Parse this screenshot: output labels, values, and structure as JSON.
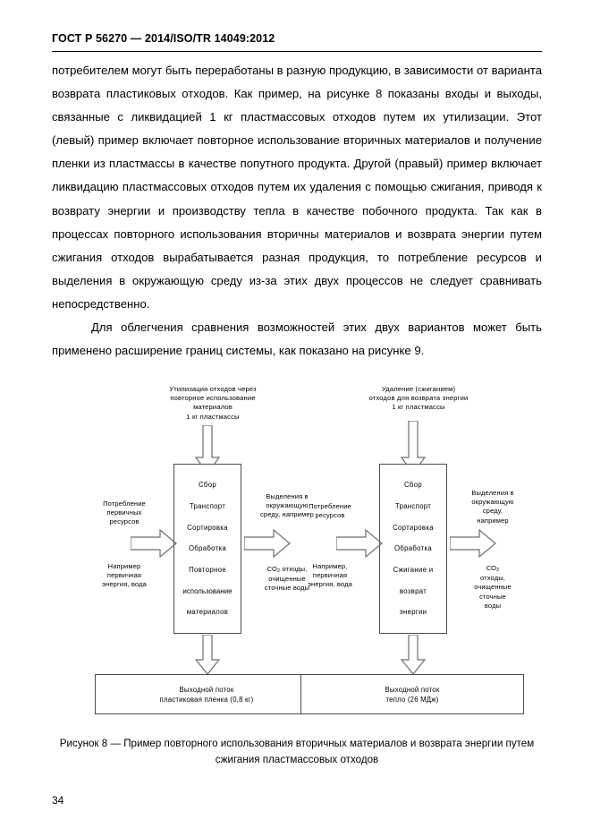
{
  "header": {
    "standard_title": "ГОСТ Р 56270 — 2014/ISO/TR 14049:2012"
  },
  "body": {
    "paragraph_1": "потребителем могут быть переработаны в разную продукцию, в зависимости от варианта возврата пластиковых отходов. Как пример, на рисунке 8 показаны входы и выходы, связанные с ликвидацией 1 кг пластмассовых отходов путем их утилизации. Этот (левый) пример включает повторное использование вторичных материалов и получение пленки из пластмассы в качестве попутного продукта. Другой (правый) пример включает ликвидацию пластмассовых отходов путем их удаления с помощью сжигания, приводя к возврату энергии и производству тепла в качестве побочного продукта. Так как в процессах повторного использования вторичны материалов и возврата энергии путем сжигания отходов вырабатывается разная продукция, то потребление ресурсов и выделения в окружающую среду из-за этих двух процессов не следует сравнивать непосредственно.",
    "paragraph_2": "Для облегчения сравнения возможностей этих двух вариантов может быть применено расширение границ системы, как показано на рисунке 9."
  },
  "figure": {
    "left": {
      "top_label": "Утилизация отходов через\nповторное использование\nматериалов\n1 кг пластмассы",
      "input_label_top": "Потребление\nпервичных\nресурсов",
      "input_label_bottom": "Например\nпервичная\nэнергия, вода",
      "output_label_top": "Выделения в\nокружающую\nсреду, например",
      "output_label_bottom_pre": "СО",
      "output_label_bottom_sub": "2",
      "output_label_bottom_post": " отходы,\nочищенные\nсточные воды",
      "process_steps": [
        "Сбор",
        "Транспорт",
        "Сортировка",
        "Обработка",
        "Повторное",
        "использование",
        "материалов"
      ],
      "output_box_line_1": "Выходной поток",
      "output_box_line_2": "пластиковая пленка (0,8 кг)"
    },
    "right": {
      "top_label": "Удаление (сжиганием)\nотходов для возврата энергии\n1 кг пластмассы",
      "input_label_top": "Потребление\nресурсов",
      "input_label_bottom": "Например,\nпервичная\nэнергия, вода",
      "output_label_top": "Выделения в\nокружающую\nсреду,\nнапример",
      "output_label_bottom_pre": "СО",
      "output_label_bottom_sub": "2",
      "output_label_bottom_post": "\nотходы,\nочищенные\nсточные\nводы",
      "process_steps": [
        "Сбор",
        "Транспорт",
        "Сортировка",
        "Обработка",
        "Сжигание и",
        "возврат",
        "энергии"
      ],
      "output_box_line_1": "Выходной поток",
      "output_box_line_2": "тепло (26 МДж)"
    },
    "caption": "Рисунок 8 — Пример повторного использования вторичных материалов и возврата энергии путем сжигания пластмассовых отходов"
  },
  "footer": {
    "page_number": "34"
  },
  "colors": {
    "text": "#000000",
    "line": "#4c4c4c",
    "background": "#ffffff"
  }
}
